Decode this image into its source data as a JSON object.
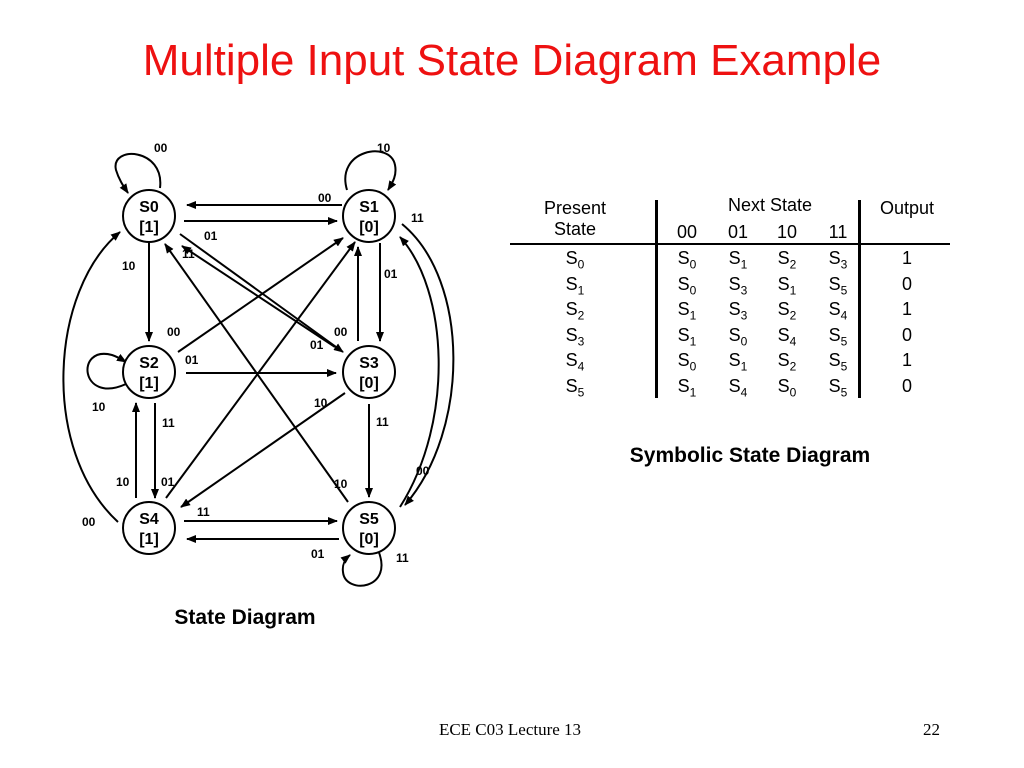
{
  "title": "Multiple Input State Diagram Example",
  "diagram": {
    "caption": "State Diagram",
    "states": [
      {
        "id": "S0",
        "name": "S0",
        "output": "[1]"
      },
      {
        "id": "S1",
        "name": "S1",
        "output": "[0]"
      },
      {
        "id": "S2",
        "name": "S2",
        "output": "[1]"
      },
      {
        "id": "S3",
        "name": "S3",
        "output": "[0]"
      },
      {
        "id": "S4",
        "name": "S4",
        "output": "[1]"
      },
      {
        "id": "S5",
        "name": "S5",
        "output": "[0]"
      }
    ],
    "transitions": [
      {
        "from": "S0",
        "to": "S0",
        "input": "00"
      },
      {
        "from": "S0",
        "to": "S1",
        "input": "01"
      },
      {
        "from": "S0",
        "to": "S2",
        "input": "10"
      },
      {
        "from": "S0",
        "to": "S3",
        "input": "11"
      },
      {
        "from": "S1",
        "to": "S0",
        "input": "00"
      },
      {
        "from": "S1",
        "to": "S3",
        "input": "01"
      },
      {
        "from": "S1",
        "to": "S1",
        "input": "10"
      },
      {
        "from": "S1",
        "to": "S5",
        "input": "11"
      },
      {
        "from": "S2",
        "to": "S1",
        "input": "00"
      },
      {
        "from": "S2",
        "to": "S3",
        "input": "01"
      },
      {
        "from": "S2",
        "to": "S2",
        "input": "10"
      },
      {
        "from": "S2",
        "to": "S4",
        "input": "11"
      },
      {
        "from": "S3",
        "to": "S1",
        "input": "00"
      },
      {
        "from": "S3",
        "to": "S0",
        "input": "01"
      },
      {
        "from": "S3",
        "to": "S4",
        "input": "10"
      },
      {
        "from": "S3",
        "to": "S5",
        "input": "11"
      },
      {
        "from": "S4",
        "to": "S0",
        "input": "00"
      },
      {
        "from": "S4",
        "to": "S1",
        "input": "01"
      },
      {
        "from": "S4",
        "to": "S2",
        "input": "10"
      },
      {
        "from": "S4",
        "to": "S5",
        "input": "11"
      },
      {
        "from": "S5",
        "to": "S1",
        "input": "00"
      },
      {
        "from": "S5",
        "to": "S4",
        "input": "01"
      },
      {
        "from": "S5",
        "to": "S0",
        "input": "10"
      },
      {
        "from": "S5",
        "to": "S5",
        "input": "11"
      }
    ]
  },
  "table": {
    "present_header_line1": "Present",
    "present_header_line2": "State",
    "next_header": "Next State",
    "output_header": "Output",
    "input_columns": [
      "00",
      "01",
      "10",
      "11"
    ],
    "rows": [
      {
        "present": "S0",
        "next": [
          "S0",
          "S1",
          "S2",
          "S3"
        ],
        "output": "1"
      },
      {
        "present": "S1",
        "next": [
          "S0",
          "S3",
          "S1",
          "S5"
        ],
        "output": "0"
      },
      {
        "present": "S2",
        "next": [
          "S1",
          "S3",
          "S2",
          "S4"
        ],
        "output": "1"
      },
      {
        "present": "S3",
        "next": [
          "S1",
          "S0",
          "S4",
          "S5"
        ],
        "output": "0"
      },
      {
        "present": "S4",
        "next": [
          "S0",
          "S1",
          "S2",
          "S5"
        ],
        "output": "1"
      },
      {
        "present": "S5",
        "next": [
          "S1",
          "S4",
          "S0",
          "S5"
        ],
        "output": "0"
      }
    ],
    "caption": "Symbolic State Diagram"
  },
  "footer": {
    "lecture": "ECE C03 Lecture 13",
    "page": "22"
  },
  "colors": {
    "title": "#ee1111",
    "ink": "#000000",
    "background": "#ffffff"
  }
}
